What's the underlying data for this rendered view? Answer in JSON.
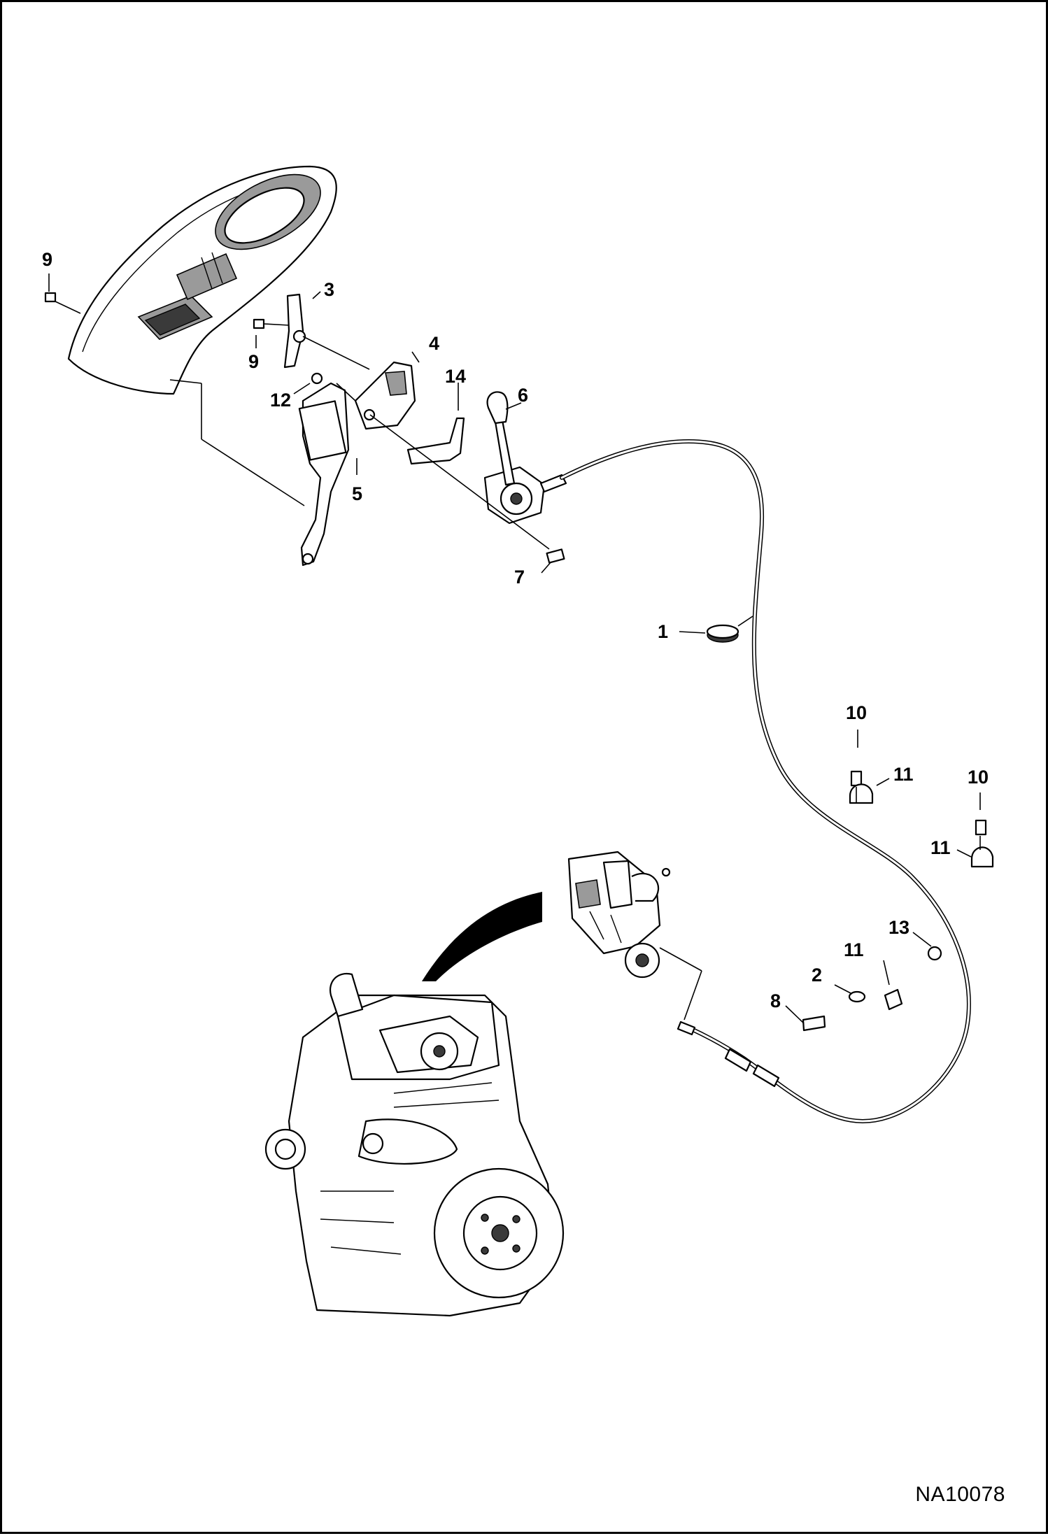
{
  "figure_id": "NA10078",
  "callouts": [
    {
      "id": "c9a",
      "text": "9"
    },
    {
      "id": "c3",
      "text": "3"
    },
    {
      "id": "c4",
      "text": "4"
    },
    {
      "id": "c9b",
      "text": "9"
    },
    {
      "id": "c12",
      "text": "12"
    },
    {
      "id": "c14",
      "text": "14"
    },
    {
      "id": "c6",
      "text": "6"
    },
    {
      "id": "c5",
      "text": "5"
    },
    {
      "id": "c7",
      "text": "7"
    },
    {
      "id": "c1",
      "text": "1"
    },
    {
      "id": "c10a",
      "text": "10"
    },
    {
      "id": "c11a",
      "text": "11"
    },
    {
      "id": "c10b",
      "text": "10"
    },
    {
      "id": "c11b",
      "text": "11"
    },
    {
      "id": "c13",
      "text": "13"
    },
    {
      "id": "c11c",
      "text": "11"
    },
    {
      "id": "c2",
      "text": "2"
    },
    {
      "id": "c8",
      "text": "8"
    }
  ]
}
